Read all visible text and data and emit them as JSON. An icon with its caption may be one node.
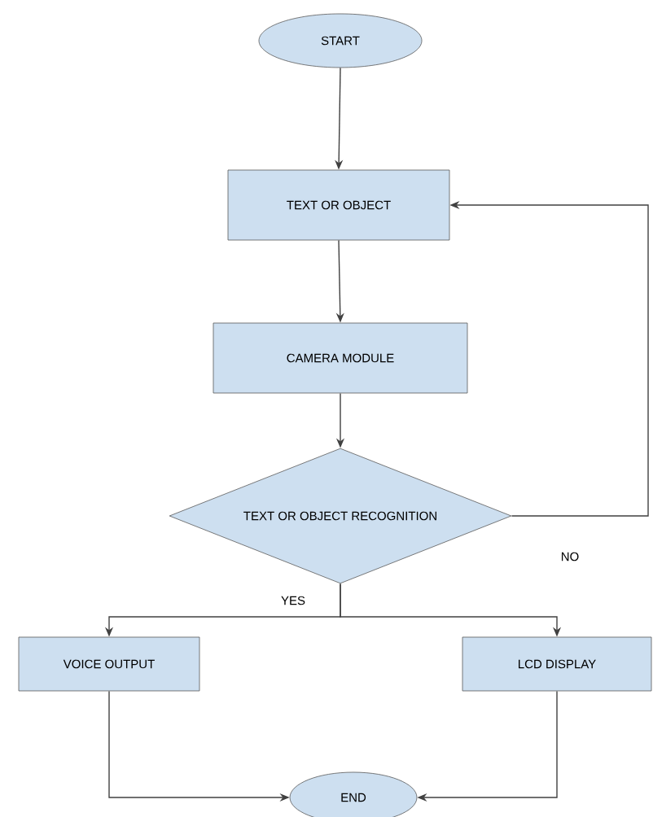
{
  "diagram": {
    "nodes": [
      {
        "text": [
          "START"
        ]
      },
      {
        "text": [
          "TEXT OR OBJECT"
        ]
      },
      {
        "text": [
          "CAMERA MODULE"
        ]
      },
      {
        "text": [
          "TEXT OR OBJECT RECOGNITION"
        ]
      },
      {
        "text": [
          "VOICE OUTPUT"
        ]
      },
      {
        "text": [
          "LCD DISPLAY"
        ]
      },
      {
        "text": [
          "END"
        ]
      }
    ],
    "edges": [
      {
        "from": 0,
        "to": 1,
        "arrow": "to"
      },
      {
        "from": 1,
        "to": 2,
        "arrow": "to"
      },
      {
        "from": 2,
        "to": 3,
        "arrow": "to"
      },
      {
        "from": 3,
        "to": 1,
        "arrow": "to",
        "label": "NO"
      },
      {
        "from": 3,
        "to": 4,
        "arrow": "to",
        "label": "YES"
      },
      {
        "from": 3,
        "to": 5,
        "arrow": "to"
      },
      {
        "from": 4,
        "to": 6,
        "arrow": "to"
      },
      {
        "from": 5,
        "to": 6,
        "arrow": "to"
      }
    ]
  }
}
